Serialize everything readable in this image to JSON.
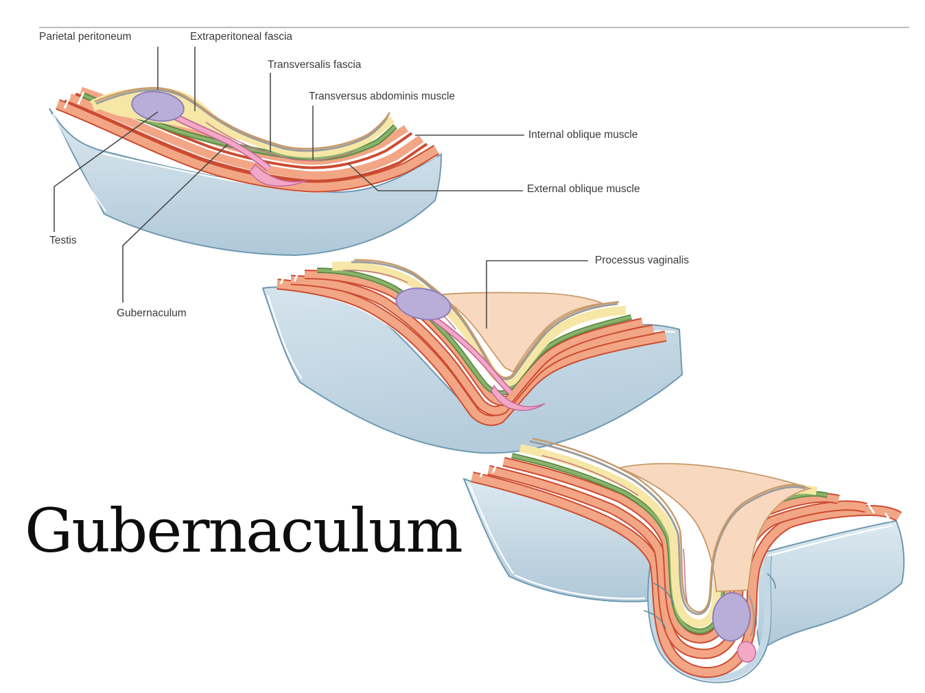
{
  "title": {
    "text": "Gubernaculum"
  },
  "figure": {
    "type": "anatomical-diagram",
    "subject": "Descent of the testis through the anterior abdominal wall, shown in three stages",
    "stages": [
      "Testis sitting above the abdominal wall layers with gubernaculum extending through them",
      "Processus vaginalis beginning to evaginate the wall layers",
      "Testis fully descended inside the scrotal pouch of wall layers"
    ],
    "labels": {
      "parietal_peritoneum": "Parietal peritoneum",
      "extraperitoneal_fascia": "Extraperitoneal fascia",
      "transversalis_fascia": "Transversalis fascia",
      "transversus_abdominis": "Transversus abdominis muscle",
      "internal_oblique": "Internal oblique muscle",
      "external_oblique": "External oblique muscle",
      "testis": "Testis",
      "gubernaculum": "Gubernaculum",
      "processus_vaginalis": "Processus vaginalis"
    },
    "colors": {
      "muscle_salmon": "#F2A685",
      "muscle_edge_red": "#CC4B31",
      "fascia_green_dark": "#5A8A42",
      "fascia_green_light": "#8BB26C",
      "fascia_yellow": "#F6E7A6",
      "peritoneum_gray": "#9C9C9C",
      "outline_tan": "#C79A6A",
      "testis_purple": "#B9AED8",
      "testis_edge": "#8E7EBB",
      "gubernaculum_pink": "#F2A8C6",
      "gubernaculum_edge": "#C4679B",
      "skin_blue_light": "#DCE9F0",
      "skin_blue_dark": "#AFC8D8",
      "skin_edge": "#6E99B1",
      "processus_peach": "#F8D9BF",
      "label_text": "#3A3A3A",
      "leader_line": "#4A4A4A",
      "top_rule": "#BDBDBD"
    }
  }
}
